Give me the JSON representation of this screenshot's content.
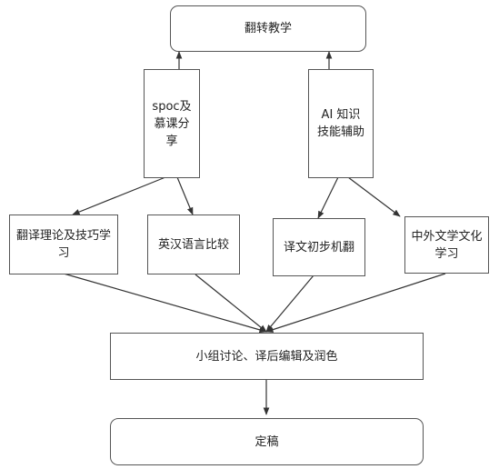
{
  "nodes": {
    "top": "翻转教学",
    "spoc": "spoc及\n慕课分\n享",
    "ai": "AI 知识\n技能辅助",
    "theory": "翻译理论及技巧学\n习",
    "compare": "英汉语言比较",
    "draft": "译文初步机翻",
    "culture": "中外文学文化\n学习",
    "discussion": "小组讨论、译后编辑及润色",
    "final": "定稿"
  }
}
